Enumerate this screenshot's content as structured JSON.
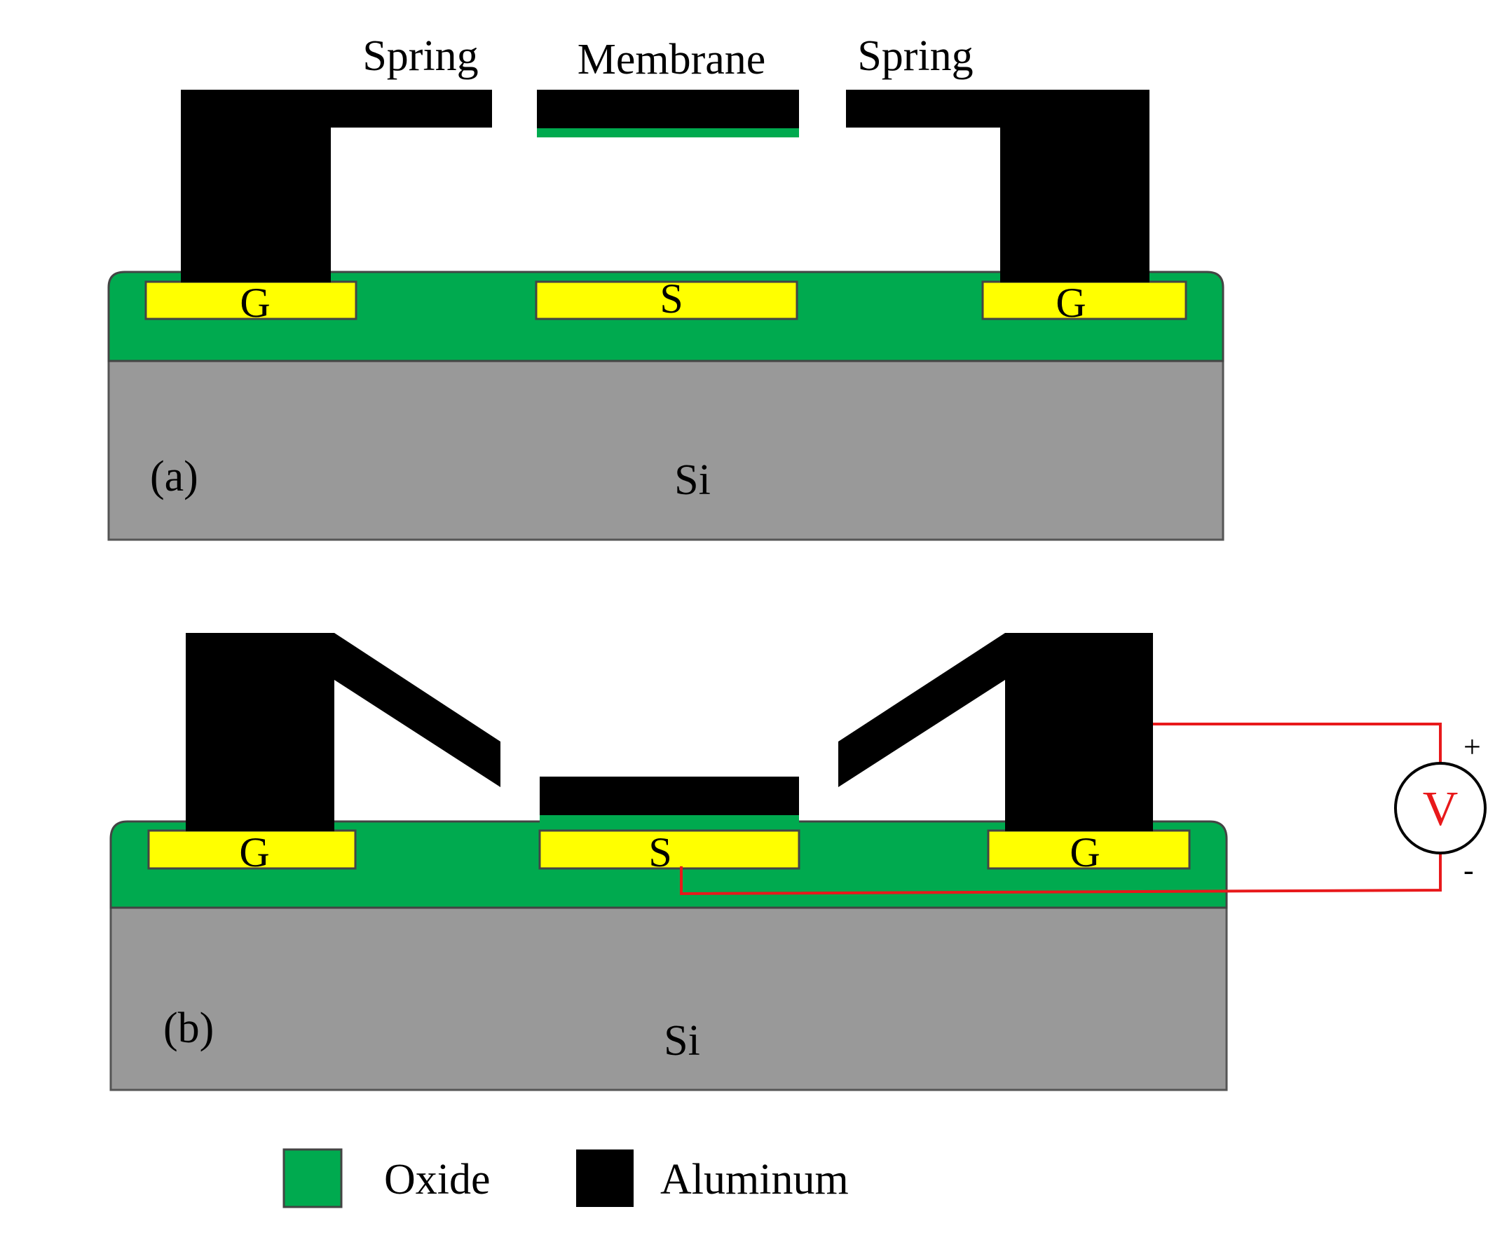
{
  "labels": {
    "spring_left": "Spring",
    "membrane": "Membrane",
    "spring_right": "Spring"
  },
  "panel_a": {
    "tag": "(a)",
    "substrate": "Si",
    "pads": {
      "left": "G",
      "center": "S",
      "right": "G"
    }
  },
  "panel_b": {
    "tag": "(b)",
    "substrate": "Si",
    "pads": {
      "left": "G",
      "center": "S",
      "right": "G"
    },
    "source": {
      "symbol": "V",
      "plus": "+",
      "minus": "-"
    }
  },
  "legend": [
    {
      "label": "Oxide",
      "color": "#00AA4F"
    },
    {
      "label": "Aluminum",
      "color": "#000000"
    }
  ],
  "colors": {
    "oxide": "#00AA4F",
    "aluminum": "#000000",
    "silicon": "#999999",
    "pad": "#FFFF00",
    "wire": "#E8191B"
  }
}
